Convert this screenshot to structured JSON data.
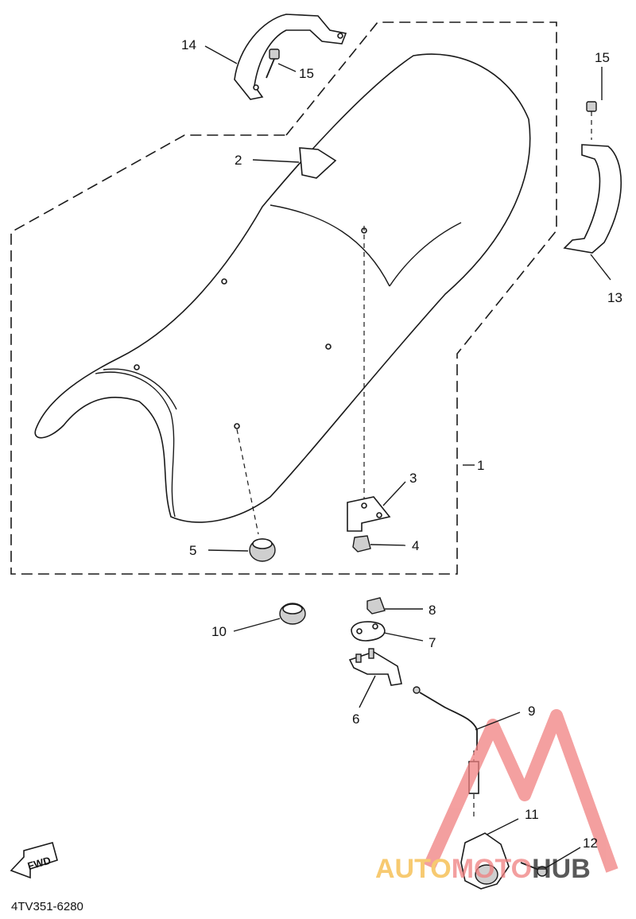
{
  "diagram": {
    "callouts": [
      {
        "id": "1",
        "label": "1"
      },
      {
        "id": "2",
        "label": "2"
      },
      {
        "id": "3",
        "label": "3"
      },
      {
        "id": "4",
        "label": "4"
      },
      {
        "id": "5",
        "label": "5"
      },
      {
        "id": "6",
        "label": "6"
      },
      {
        "id": "7",
        "label": "7"
      },
      {
        "id": "8",
        "label": "8"
      },
      {
        "id": "9",
        "label": "9"
      },
      {
        "id": "10",
        "label": "10"
      },
      {
        "id": "11",
        "label": "11"
      },
      {
        "id": "12",
        "label": "12"
      },
      {
        "id": "13",
        "label": "13"
      },
      {
        "id": "14",
        "label": "14"
      },
      {
        "id": "15a",
        "label": "15"
      },
      {
        "id": "15b",
        "label": "15"
      }
    ],
    "fwd_label": "FWD",
    "drawing_code": "4TV351-6280"
  },
  "watermark": {
    "part1": "AUTO",
    "part2": "MOTO",
    "part3": "HUB",
    "colors": {
      "primary": "#f08080",
      "secondary": "#f5b942",
      "dark": "#222222"
    }
  }
}
